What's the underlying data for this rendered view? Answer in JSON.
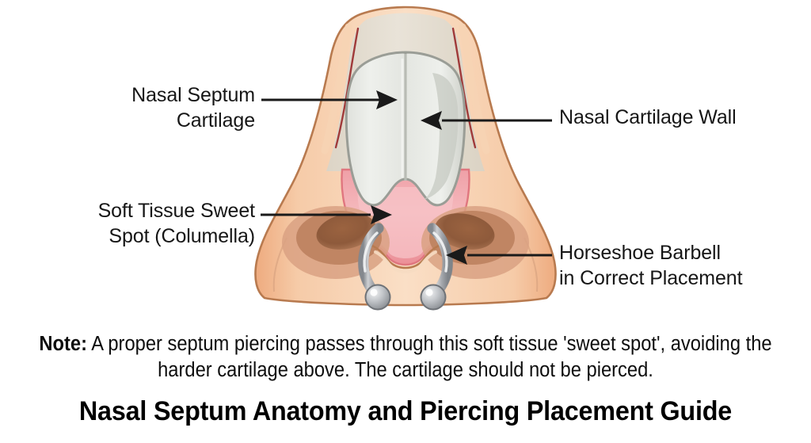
{
  "figure": {
    "title": "Nasal Septum Anatomy and Piercing Placement Guide",
    "note_prefix": "Note:",
    "note_body": " A proper septum piercing passes through this soft tissue 'sweet spot', avoiding the harder cartilage above. The cartilage should not be pierced."
  },
  "labels": {
    "septum_cartilage": "Nasal Septum\nCartilage",
    "cartilage_wall": "Nasal Cartilage Wall",
    "sweet_spot": "Soft Tissue Sweet\nSpot (Columella)",
    "horseshoe_barbell": "Horseshoe Barbell\nin Correct Placement"
  },
  "colors": {
    "skin_light": "#fadfc6",
    "skin_mid": "#f6cba8",
    "skin_deep": "#eeab7f",
    "skin_outline": "#b87a4f",
    "cartilage_light": "#edeeea",
    "cartilage_shade": "#d3d6cf",
    "cartilage_outline": "#9a9d96",
    "inner_beige": "#e4ddd0",
    "red_line": "#a03a3a",
    "pink_light": "#f5b9bd",
    "pink_mid": "#efa0a7",
    "pink_deep": "#e8868f",
    "nostril_outer": "#d9a183",
    "nostril_mid": "#c08563",
    "nostril_dark": "#8e5a3b",
    "metal_light": "#e8e9eb",
    "metal_mid": "#b4b7bb",
    "metal_dark": "#7e8287",
    "arrow": "#1a1a1a",
    "background": "#ffffff"
  }
}
